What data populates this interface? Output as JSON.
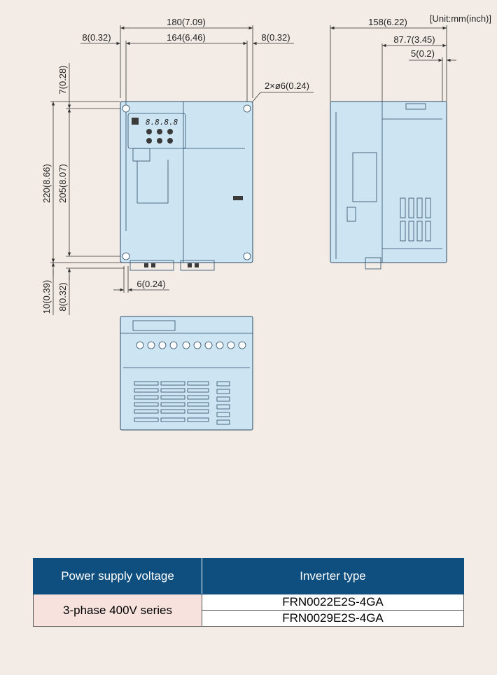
{
  "unit_label": "[Unit:mm(inch)]",
  "front_view": {
    "overall_width": "180(7.09)",
    "hole_pitch_width": "164(6.46)",
    "left_margin": "8(0.32)",
    "right_margin": "8(0.32)",
    "top_offset": "7(0.28)",
    "overall_height": "220(8.66)",
    "hole_pitch_height": "205(8.07)",
    "bottom_offset_1": "10(0.39)",
    "bottom_offset_2": "8(0.32)",
    "hole_spec": "2×ø6(0.24)",
    "slot_width": "6(0.24)",
    "display_digits": "8.8.8.8"
  },
  "side_view": {
    "depth": "158(6.22)",
    "mount_depth": "87.7(3.45)",
    "rear_offset": "5(0.2)"
  },
  "table": {
    "headers": [
      "Power supply voltage",
      "Inverter type"
    ],
    "voltage": "3-phase 400V series",
    "types": [
      "FRN0022E2S-4GA",
      "FRN0029E2S-4GA"
    ]
  }
}
